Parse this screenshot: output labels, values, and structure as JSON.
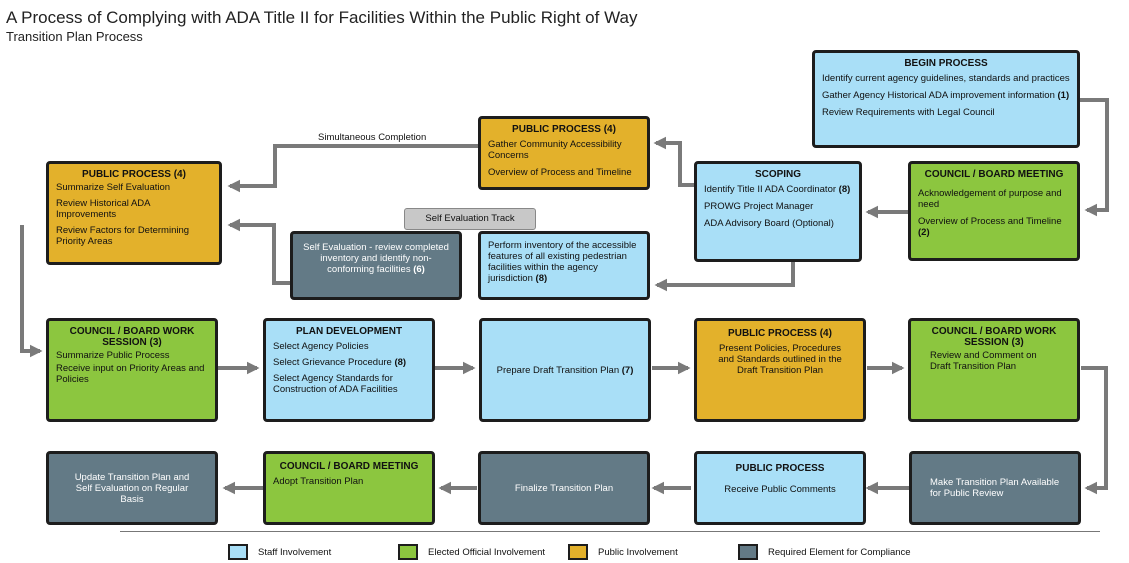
{
  "title": "A Process of Complying with ADA Title II for Facilities Within the Public Right of Way",
  "subtitle": "Transition Plan Process",
  "colors": {
    "staff": "#a9dff7",
    "elected": "#8cc63f",
    "public": "#e3b12b",
    "required": "#637a86",
    "arrow": "#7a7a7a"
  },
  "labels": {
    "simultaneous": "Simultaneous Completion",
    "self_eval_track": "Self Evaluation Track"
  },
  "begin": {
    "header": "BEGIN PROCESS",
    "l1": "Identify current agency guidelines, standards and practices",
    "l2": "Gather Agency Historical ADA improvement information",
    "l2n": "(1)",
    "l3": "Review Requirements with Legal Council"
  },
  "council1": {
    "header": "COUNCIL / BOARD MEETING",
    "l1": "Acknowledgement of purpose and need",
    "l2": "Overview of Process and Timeline",
    "l2n": "(2)"
  },
  "scoping": {
    "header": "SCOPING",
    "l1": "Identify Title II ADA Coordinator",
    "l1n": "(8)",
    "l2": "PROWG Project Manager",
    "l3": "ADA Advisory Board (Optional)"
  },
  "public_top": {
    "header": "PUBLIC PROCESS (4)",
    "l1": "Gather Community Accessibility Concerns",
    "l2": "Overview of Process and Timeline"
  },
  "public_left": {
    "header": "PUBLIC PROCESS (4)",
    "l1": "Summarize Self Evaluation",
    "l2": "Review Historical ADA Improvements",
    "l3": "Review Factors for Determining Priority Areas"
  },
  "self_eval": {
    "text": "Self Evaluation - review completed inventory and identify non-conforming facilities",
    "n": "(6)"
  },
  "inventory": {
    "text": "Perform inventory of the accessible features of all existing pedestrian facilities within the agency jurisdiction",
    "n": "(8)"
  },
  "work1": {
    "header": "COUNCIL / BOARD WORK SESSION (3)",
    "l1": "Summarize Public Process",
    "l2": "Receive input on Priority Areas and Policies"
  },
  "plan_dev": {
    "header": "PLAN DEVELOPMENT",
    "l1": "Select Agency Policies",
    "l2": "Select Grievance Procedure",
    "l2n": "(8)",
    "l3": "Select Agency Standards for Construction of ADA Facilities"
  },
  "draft": {
    "text": "Prepare Draft Transition Plan",
    "n": "(7)"
  },
  "public_mid": {
    "header": "PUBLIC PROCESS (4)",
    "l1": "Present Policies, Procedures and Standards outlined in the Draft Transition Plan"
  },
  "work2": {
    "header": "COUNCIL / BOARD WORK SESSION (3)",
    "l1": "Review and Comment on Draft Transition Plan"
  },
  "make_avail": {
    "text": "Make Transition Plan Available for Public Review"
  },
  "public_bottom": {
    "header": "PUBLIC PROCESS",
    "l1": "Receive Public Comments"
  },
  "finalize": {
    "text": "Finalize Transition Plan"
  },
  "council2": {
    "header": "COUNCIL / BOARD MEETING",
    "l1": "Adopt Transition Plan"
  },
  "update": {
    "text": "Update Transition Plan and Self Evaluation on Regular Basis"
  },
  "legend": {
    "staff": "Staff Involvement",
    "elected": "Elected Official Involvement",
    "public": "Public Involvement",
    "required": "Required Element for Compliance"
  }
}
